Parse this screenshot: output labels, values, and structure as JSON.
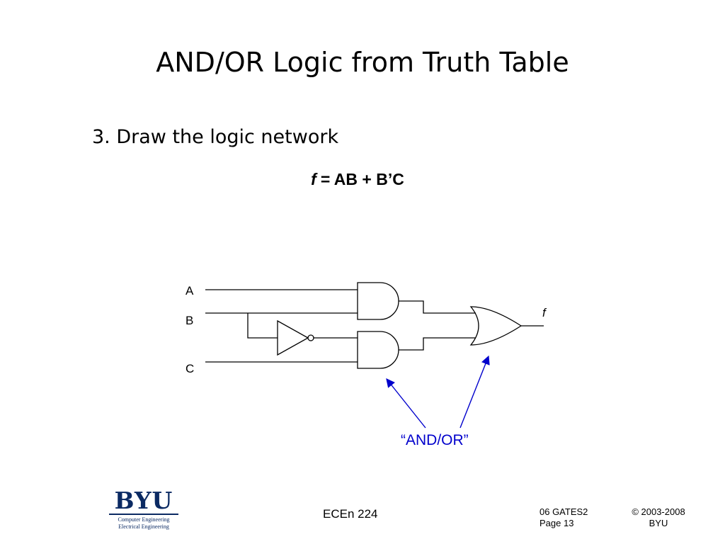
{
  "slide": {
    "title": "AND/OR Logic from Truth Table",
    "bullet": "3. Draw the logic network",
    "equation": {
      "f": "f",
      "rhs": "= AB + B’C"
    }
  },
  "diagram": {
    "inputs": [
      "A",
      "B",
      "C"
    ],
    "output": "f",
    "annotation": "“AND/OR”",
    "wire_color": "#000000",
    "arrow_color": "#0000cc"
  },
  "footer": {
    "logo": {
      "name": "BYU",
      "line1": "Computer Engineering",
      "line2": "Electrical Engineering"
    },
    "course": "ECEn 224",
    "deck": "06 GATES2",
    "page": "Page 13",
    "copyright": "© 2003-2008",
    "org": "BYU"
  }
}
